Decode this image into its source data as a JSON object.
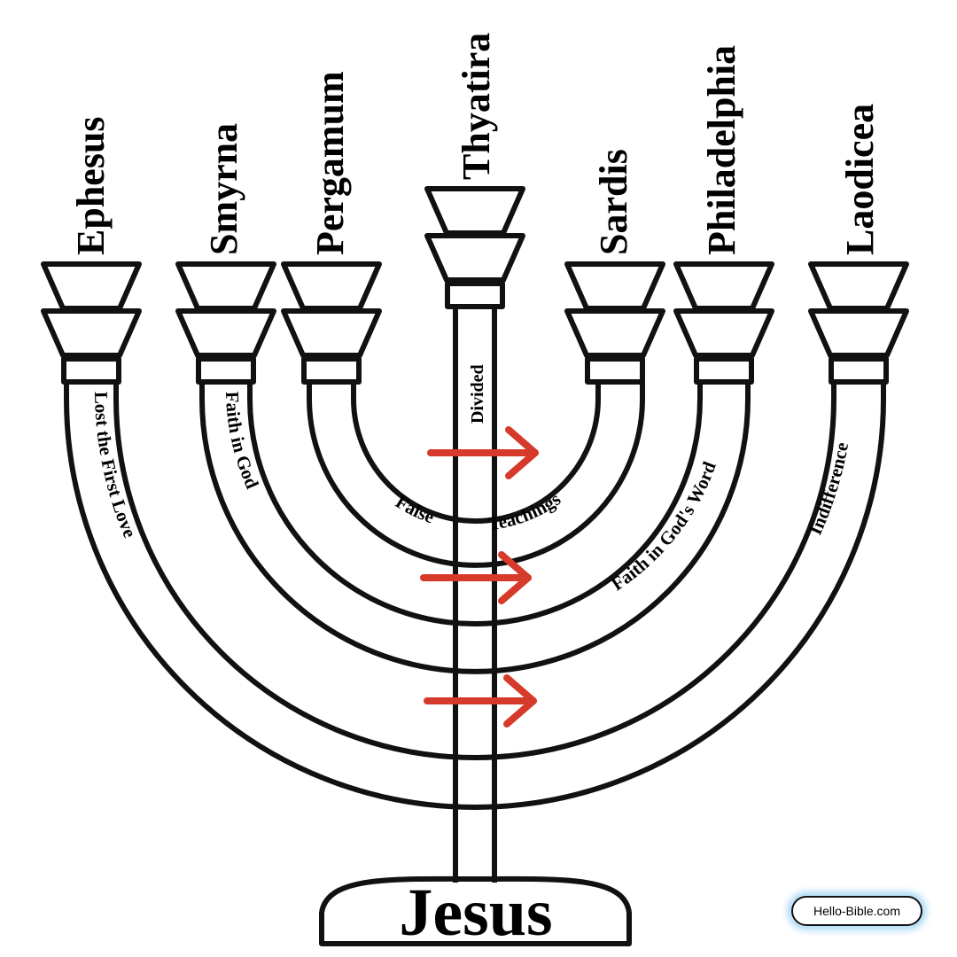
{
  "churches": [
    {
      "name": "Ephesus"
    },
    {
      "name": "Smyrna"
    },
    {
      "name": "Pergamum"
    },
    {
      "name": "Thyatira"
    },
    {
      "name": "Sardis"
    },
    {
      "name": "Philadelphia"
    },
    {
      "name": "Laodicea"
    }
  ],
  "center_label": "Divided",
  "arcs": {
    "outer": {
      "left": "Lost the First Love",
      "right": "Indifference"
    },
    "middle": {
      "left": "Faith in God",
      "right": "Faith in God's Word"
    },
    "inner": {
      "left": "False",
      "right": "Teachings"
    }
  },
  "base_label": "Jesus",
  "watermark": "Hello-Bible.com",
  "colors": {
    "stroke": "#111111",
    "arrow": "#d63a2a",
    "background": "#ffffff"
  }
}
